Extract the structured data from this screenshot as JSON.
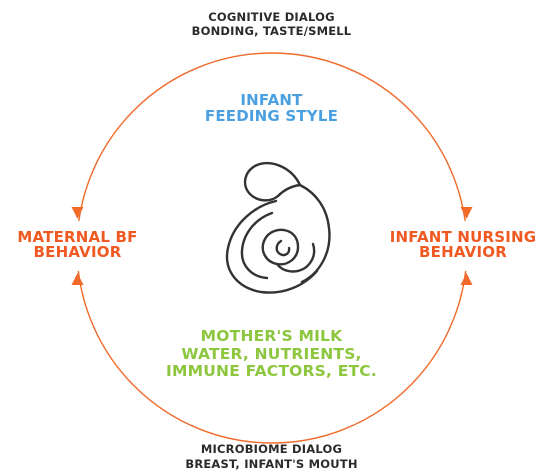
{
  "colors": {
    "circle": "#f26a2a",
    "arrow": "#f26a2a",
    "orange_text": "#f05a22",
    "blue_text": "#4aa0e0",
    "green_text": "#8dc63f",
    "dark_text": "#2b2b2b",
    "figure": "#333333"
  },
  "top_note": {
    "line1": "COGNITIVE DIALOG",
    "line2": "BONDING, TASTE/SMELL"
  },
  "infant_feeding_style": {
    "line1": "INFANT",
    "line2": "FEEDING STYLE"
  },
  "maternal_bf_behavior": {
    "line1": "MATERNAL BF",
    "line2": "BEHAVIOR"
  },
  "infant_nursing_behavior": {
    "line1": "INFANT NURSING",
    "line2": "BEHAVIOR"
  },
  "mothers_milk": {
    "line1": "MOTHER'S MILK",
    "line2": "WATER, NUTRIENTS,",
    "line3": "IMMUNE FACTORS, ETC."
  },
  "bottom_note": {
    "line1": "MICROBIOME DIALOG",
    "line2": "BREAST, INFANT'S MOUTH"
  },
  "icons": {
    "center": "mother-holding-baby-icon",
    "arrows": "arrowhead-icon"
  }
}
